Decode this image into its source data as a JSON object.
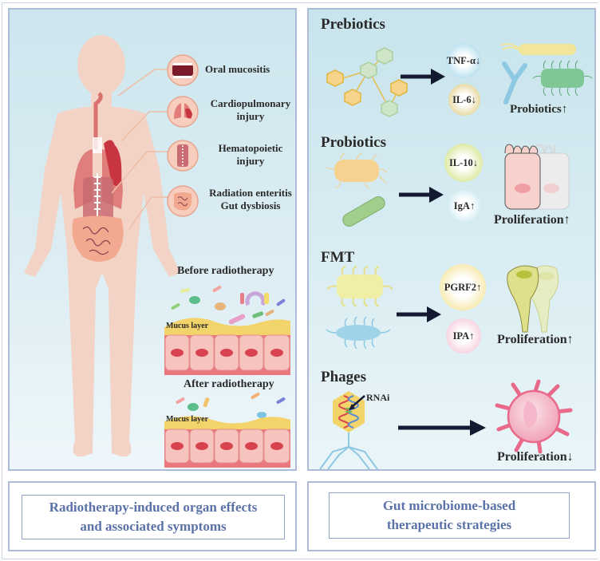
{
  "left_panel": {
    "symptoms": [
      {
        "label": "Oral mucositis",
        "icon": "mouth-icon"
      },
      {
        "label": "Cardiopulmonary\ninjury",
        "icon": "lungs-heart-icon"
      },
      {
        "label": "Hematopoietic\ninjury",
        "icon": "bone-marrow-icon"
      },
      {
        "label": "Radiation enteritis\nGut dysbiosis",
        "icon": "intestine-icon"
      }
    ],
    "before_label": "Before radiotherapy",
    "after_label": "After radiotherapy",
    "mucus_label_before": "Mucus layer",
    "mucus_label_after": "Mucus layer"
  },
  "right_panel": {
    "sections": [
      {
        "title": "Prebiotics",
        "molecules": [
          "TNF-α↓",
          "IL-6↓"
        ],
        "result": "Probiotics↑",
        "colors": {
          "mol1": "#8fcfe6",
          "mol2": "#d9c36a"
        }
      },
      {
        "title": "Probiotics",
        "molecules": [
          "IL-10↓",
          "IgA↑"
        ],
        "result": "Proliferation↑",
        "colors": {
          "mol1": "#c7dd6a",
          "mol2": "#bfe3ee"
        }
      },
      {
        "title": "FMT",
        "molecules": [
          "PGRF2↑",
          "IPA↑"
        ],
        "result": "Proliferation↑",
        "colors": {
          "mol1": "#f3dc7c",
          "mol2": "#f2b9cf"
        }
      },
      {
        "title": "Phages",
        "annotation": "RNAi",
        "result": "Proliferation↓"
      }
    ]
  },
  "captions": {
    "left": "Radiotherapy-induced organ effects\nand associated symptoms",
    "right": "Gut microbiome-based\ntherapeutic strategies"
  },
  "colors": {
    "panel_border": "#aebbd8",
    "caption_text": "#5a72a8",
    "body_skin": "#f3cfc2",
    "organ": "#d9716f",
    "arrow": "#151a33"
  }
}
